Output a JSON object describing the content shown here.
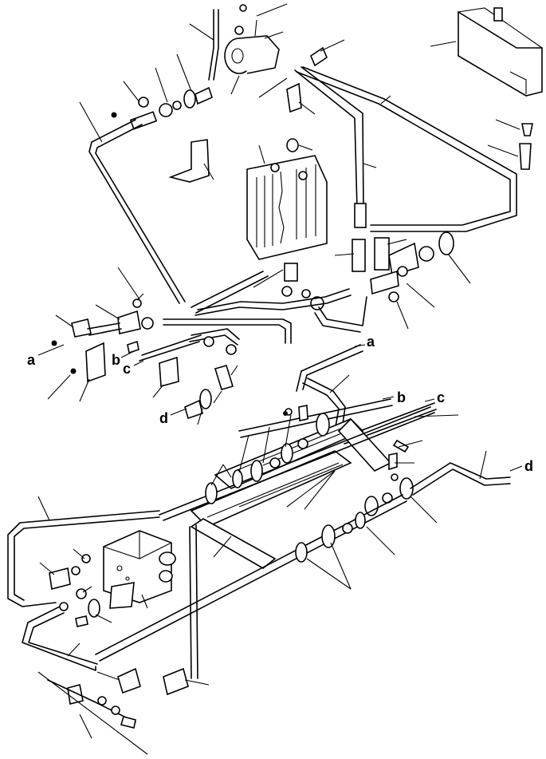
{
  "callouts": {
    "a_top": "a",
    "b_top": "b",
    "c_top": "c",
    "a_bottom": "a",
    "b_bottom": "b",
    "c_bottom": "c",
    "d_left": "d",
    "d_right": "d"
  }
}
